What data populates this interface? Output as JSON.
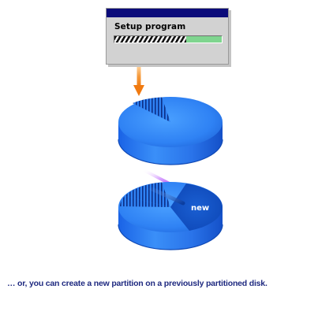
{
  "setup_window": {
    "title": "Setup program",
    "progress_fraction": 0.67
  },
  "disk_new": {
    "label": "new"
  },
  "caption": "… or, you can create a new partition on a previously partitioned disk.",
  "colors": {
    "disk": "#2f7ff0",
    "arrow_orange": "#f07a10",
    "arrow_purple": "#a020f0",
    "caption": "#1f2a80",
    "titlebar": "#0b0b7a",
    "progress_track": "#7fd58f"
  }
}
